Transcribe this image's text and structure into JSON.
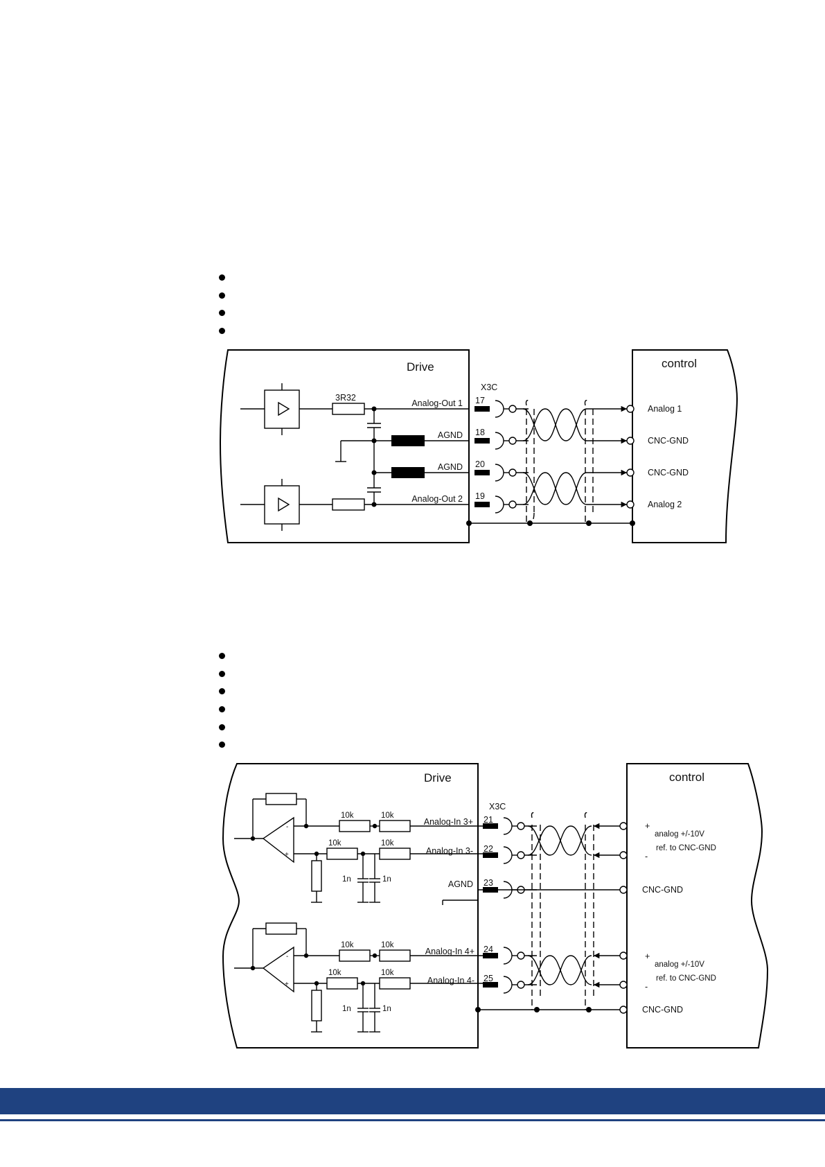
{
  "colors": {
    "footer": "#1f4280"
  },
  "diagram1": {
    "drive_title": "Drive",
    "control_title": "control",
    "connector": "X3C",
    "resistor_label": "3R32",
    "pins": [
      "17",
      "18",
      "20",
      "19"
    ],
    "drive_signals": [
      "Analog-Out 1",
      "AGND",
      "AGND",
      "Analog-Out 2"
    ],
    "control_signals": [
      "Analog 1",
      "CNC-GND",
      "CNC-GND",
      "Analog 2"
    ]
  },
  "diagram2": {
    "drive_title": "Drive",
    "control_title": "control",
    "connector": "X3C",
    "resistor": "10k",
    "capacitor": "1n",
    "pins": [
      "21",
      "22",
      "23",
      "24",
      "25"
    ],
    "drive_signals": [
      "Analog-In 3+",
      "Analog-In 3-",
      "AGND",
      "Analog-In 4+",
      "Analog-In 4-"
    ],
    "plus": "+",
    "minus": "-",
    "analog_range": "analog +/-10V",
    "ref": "ref. to CNC-GND",
    "cnc_gnd": "CNC-GND"
  }
}
